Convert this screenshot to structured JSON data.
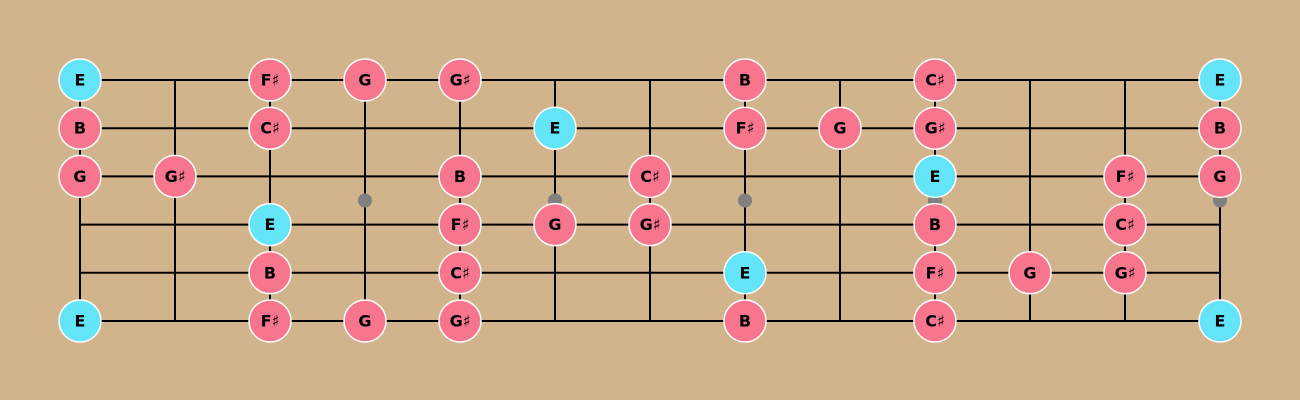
{
  "colors": {
    "background": "#d2b48c",
    "line": "#000000",
    "marker": "#808080",
    "root_note": "#64e4f7",
    "scale_note": "#f7768e",
    "note_outline": "#ffffff",
    "label": "#000000"
  },
  "fretboard": {
    "string_count": 6,
    "fret_count": 12,
    "position_markers": [
      3,
      5,
      7,
      9,
      12
    ]
  },
  "notes": [
    {
      "string": 1,
      "fret": 0,
      "label": "E",
      "root": true
    },
    {
      "string": 1,
      "fret": 2,
      "label": "F♯",
      "root": false
    },
    {
      "string": 1,
      "fret": 3,
      "label": "G",
      "root": false
    },
    {
      "string": 1,
      "fret": 4,
      "label": "G♯",
      "root": false
    },
    {
      "string": 1,
      "fret": 7,
      "label": "B",
      "root": false
    },
    {
      "string": 1,
      "fret": 9,
      "label": "C♯",
      "root": false
    },
    {
      "string": 1,
      "fret": 12,
      "label": "E",
      "root": true
    },
    {
      "string": 2,
      "fret": 0,
      "label": "B",
      "root": false
    },
    {
      "string": 2,
      "fret": 2,
      "label": "C♯",
      "root": false
    },
    {
      "string": 2,
      "fret": 5,
      "label": "E",
      "root": true
    },
    {
      "string": 2,
      "fret": 7,
      "label": "F♯",
      "root": false
    },
    {
      "string": 2,
      "fret": 8,
      "label": "G",
      "root": false
    },
    {
      "string": 2,
      "fret": 9,
      "label": "G♯",
      "root": false
    },
    {
      "string": 2,
      "fret": 12,
      "label": "B",
      "root": false
    },
    {
      "string": 3,
      "fret": 0,
      "label": "G",
      "root": false
    },
    {
      "string": 3,
      "fret": 1,
      "label": "G♯",
      "root": false
    },
    {
      "string": 3,
      "fret": 4,
      "label": "B",
      "root": false
    },
    {
      "string": 3,
      "fret": 6,
      "label": "C♯",
      "root": false
    },
    {
      "string": 3,
      "fret": 9,
      "label": "E",
      "root": true
    },
    {
      "string": 3,
      "fret": 11,
      "label": "F♯",
      "root": false
    },
    {
      "string": 3,
      "fret": 12,
      "label": "G",
      "root": false
    },
    {
      "string": 4,
      "fret": 2,
      "label": "E",
      "root": true
    },
    {
      "string": 4,
      "fret": 4,
      "label": "F♯",
      "root": false
    },
    {
      "string": 4,
      "fret": 5,
      "label": "G",
      "root": false
    },
    {
      "string": 4,
      "fret": 6,
      "label": "G♯",
      "root": false
    },
    {
      "string": 4,
      "fret": 9,
      "label": "B",
      "root": false
    },
    {
      "string": 4,
      "fret": 11,
      "label": "C♯",
      "root": false
    },
    {
      "string": 5,
      "fret": 2,
      "label": "B",
      "root": false
    },
    {
      "string": 5,
      "fret": 4,
      "label": "C♯",
      "root": false
    },
    {
      "string": 5,
      "fret": 7,
      "label": "E",
      "root": true
    },
    {
      "string": 5,
      "fret": 9,
      "label": "F♯",
      "root": false
    },
    {
      "string": 5,
      "fret": 10,
      "label": "G",
      "root": false
    },
    {
      "string": 5,
      "fret": 11,
      "label": "G♯",
      "root": false
    },
    {
      "string": 6,
      "fret": 0,
      "label": "E",
      "root": true
    },
    {
      "string": 6,
      "fret": 2,
      "label": "F♯",
      "root": false
    },
    {
      "string": 6,
      "fret": 3,
      "label": "G",
      "root": false
    },
    {
      "string": 6,
      "fret": 4,
      "label": "G♯",
      "root": false
    },
    {
      "string": 6,
      "fret": 7,
      "label": "B",
      "root": false
    },
    {
      "string": 6,
      "fret": 9,
      "label": "C♯",
      "root": false
    },
    {
      "string": 6,
      "fret": 12,
      "label": "E",
      "root": true
    }
  ]
}
